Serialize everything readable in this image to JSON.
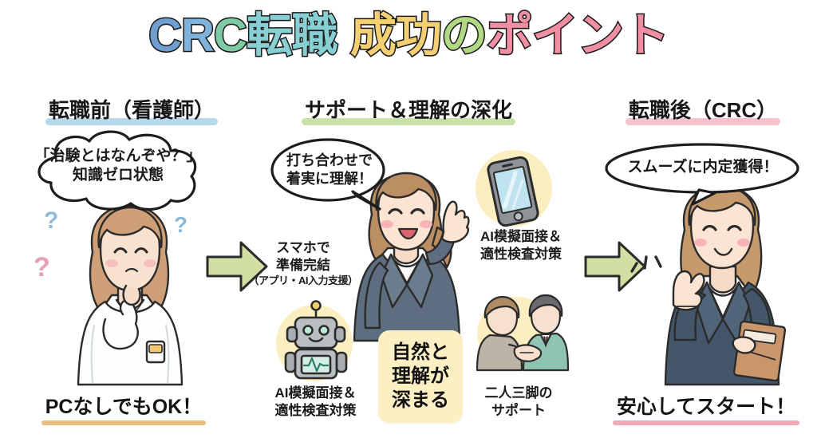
{
  "title": {
    "segments": [
      {
        "text": "C",
        "color": "#6e9fd0"
      },
      {
        "text": "R",
        "color": "#7fb3dc"
      },
      {
        "text": "C",
        "color": "#7ec9a6"
      },
      {
        "text": "転職",
        "color": "#88cfd4"
      },
      {
        "text": "成功",
        "color": "#f5cf74"
      },
      {
        "text": "の",
        "color": "#b3d884"
      },
      {
        "text": "ポイント",
        "color": "#f08fa4"
      }
    ],
    "full_text": "CRC転職 成功のポイント"
  },
  "sections": [
    {
      "id": "before",
      "heading": "転職前（看護師）",
      "heading_highlight": "#a9d4e8",
      "bubble": {
        "line1": "「治験とはなんぞや？」",
        "line2": "知識ゼロ状態"
      },
      "footer": "PCなしでもOK！",
      "footer_underline": "#e8bd7e",
      "marks": [
        "?",
        "?",
        "?"
      ]
    },
    {
      "id": "support",
      "heading": "サポート＆理解の深化",
      "heading_highlight": "#c2dc9c",
      "bubble": {
        "line1": "打ち合わせで",
        "line2": "着実に理解！"
      },
      "captions": [
        {
          "id": "smartphone",
          "line1": "スマホで",
          "line2": "準備完結",
          "sub": "（アプリ・AI入力支援）"
        },
        {
          "id": "ai-interview-top",
          "line1": "AI模擬面接＆",
          "line2": "適性検査対策"
        },
        {
          "id": "ai-interview-bottom",
          "line1": "AI模擬面接＆",
          "line2": "適性検査対策"
        },
        {
          "id": "handshake",
          "line1": "二人三脚の",
          "line2": "サポート"
        }
      ],
      "center_box": {
        "line1": "自然と",
        "line2": "理解が",
        "line3": "深まる",
        "background": "#fcefc4"
      }
    },
    {
      "id": "after",
      "heading": "転職後（CRC）",
      "heading_highlight": "#f2b9c4",
      "bubble": {
        "line1": "スムーズに内定獲得！"
      },
      "footer": "安心してスタート！",
      "footer_underline": "#f0a7b6"
    }
  ],
  "arrows": [
    {
      "id": "arrow-left",
      "color": "#cfe0a2"
    },
    {
      "id": "arrow-right",
      "color": "#cfe0a2"
    }
  ],
  "illustrations": [
    {
      "id": "nurse-figure",
      "label": "nurse thinking"
    },
    {
      "id": "crc-woman-figure",
      "label": "CRC woman waving"
    },
    {
      "id": "smartphone-icon",
      "label": "smartphone"
    },
    {
      "id": "robot-icon",
      "label": "robot"
    },
    {
      "id": "handshake-icon",
      "label": "handshake"
    },
    {
      "id": "thumbsup-woman-figure",
      "label": "woman thumbs up"
    }
  ]
}
